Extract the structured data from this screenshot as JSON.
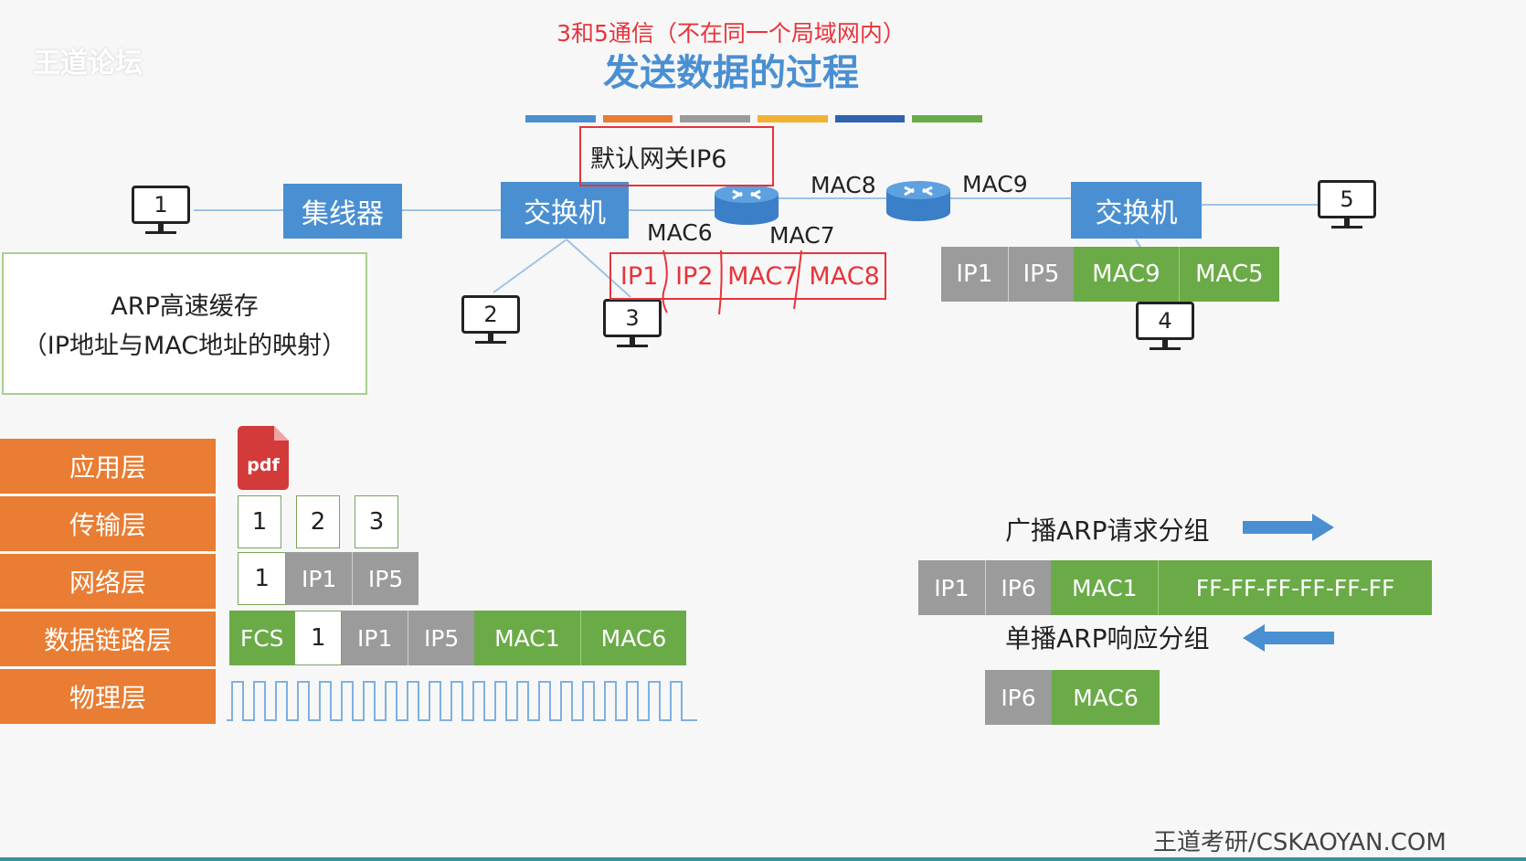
{
  "watermark": "王道论坛",
  "subtitle": "3和5通信（不在同一个局域网内）",
  "title": "发送数据的过程",
  "accent_colors": [
    "#4a8fd2",
    "#e87d33",
    "#9b9b9b",
    "#f2b134",
    "#2f62b0",
    "#6aab47"
  ],
  "network": {
    "hub": "集线器",
    "switch_left": "交换机",
    "switch_right": "交换机",
    "hosts": [
      "1",
      "2",
      "3",
      "4",
      "5"
    ],
    "gateway": "默认网关IP6",
    "mac_labels": {
      "mac6": "MAC6",
      "mac7": "MAC7",
      "mac8": "MAC8",
      "mac9": "MAC9"
    }
  },
  "arp_cache": {
    "line1": "ARP高速缓存",
    "line2": "（IP地址与MAC地址的映射）"
  },
  "red_table": [
    "IP1",
    "IP2",
    "MAC7",
    "MAC8"
  ],
  "right_table": [
    "IP1",
    "IP5",
    "MAC9",
    "MAC5"
  ],
  "layers": [
    "应用层",
    "传输层",
    "网络层",
    "数据链路层",
    "物理层"
  ],
  "pdf_label": "pdf",
  "transport_segments": [
    "1",
    "2",
    "3"
  ],
  "network_packet": [
    "1",
    "IP1",
    "IP5"
  ],
  "frame": [
    "FCS",
    "1",
    "IP1",
    "IP5",
    "MAC1",
    "MAC6"
  ],
  "arp_request": {
    "label": "广播ARP请求分组",
    "fields": [
      "IP1",
      "IP6",
      "MAC1",
      "FF-FF-FF-FF-FF-FF"
    ]
  },
  "arp_reply": {
    "label": "单播ARP响应分组",
    "fields": [
      "IP6",
      "MAC6"
    ]
  },
  "footer": "王道考研/CSKAOYAN.COM"
}
